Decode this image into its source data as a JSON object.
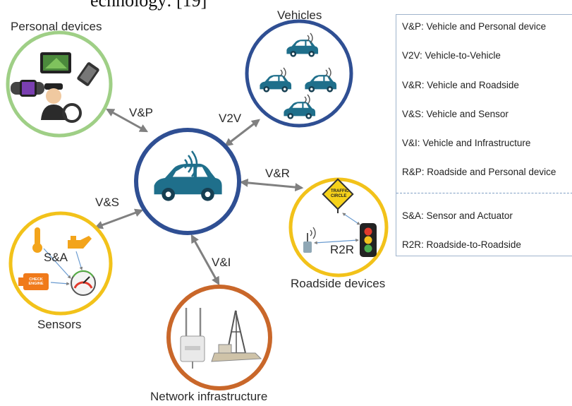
{
  "header": {
    "partial_text": "echnology: [19]"
  },
  "center": {
    "name": "vehicle-hub"
  },
  "nodes": {
    "personal": "Personal devices",
    "vehicles": "Vehicles",
    "roadside": "Roadside devices",
    "sensors": "Sensors",
    "network": "Network infrastructure"
  },
  "links": {
    "vp": "V&P",
    "v2v": "V2V",
    "vr": "V&R",
    "vs": "V&S",
    "vi": "V&I"
  },
  "inner": {
    "sa": "S&A",
    "r2r": "R2R",
    "sign_line1": "TRAFFIC",
    "sign_line2": "CIRCLE",
    "engine_line1": "CHECK",
    "engine_line2": "ENGINE"
  },
  "legend": {
    "items": [
      "V&P: Vehicle and Personal device",
      "V2V: Vehicle-to-Vehicle",
      "V&R: Vehicle and Roadside",
      "V&S: Vehicle and Sensor",
      "V&I: Vehicle and Infrastructure",
      "R&P: Roadside and Personal device",
      "S&A: Sensor and Actuator",
      "R2R: Roadside-to-Roadside"
    ]
  },
  "colors": {
    "personal_ring": "#9fcf86",
    "vehicles_ring": "#2f4f93",
    "center_ring": "#2f4f93",
    "roadside_ring": "#f2c21a",
    "sensors_ring": "#f2c21a",
    "network_ring": "#c9672a",
    "car": "#1f6f8b",
    "arrow": "#808080"
  }
}
